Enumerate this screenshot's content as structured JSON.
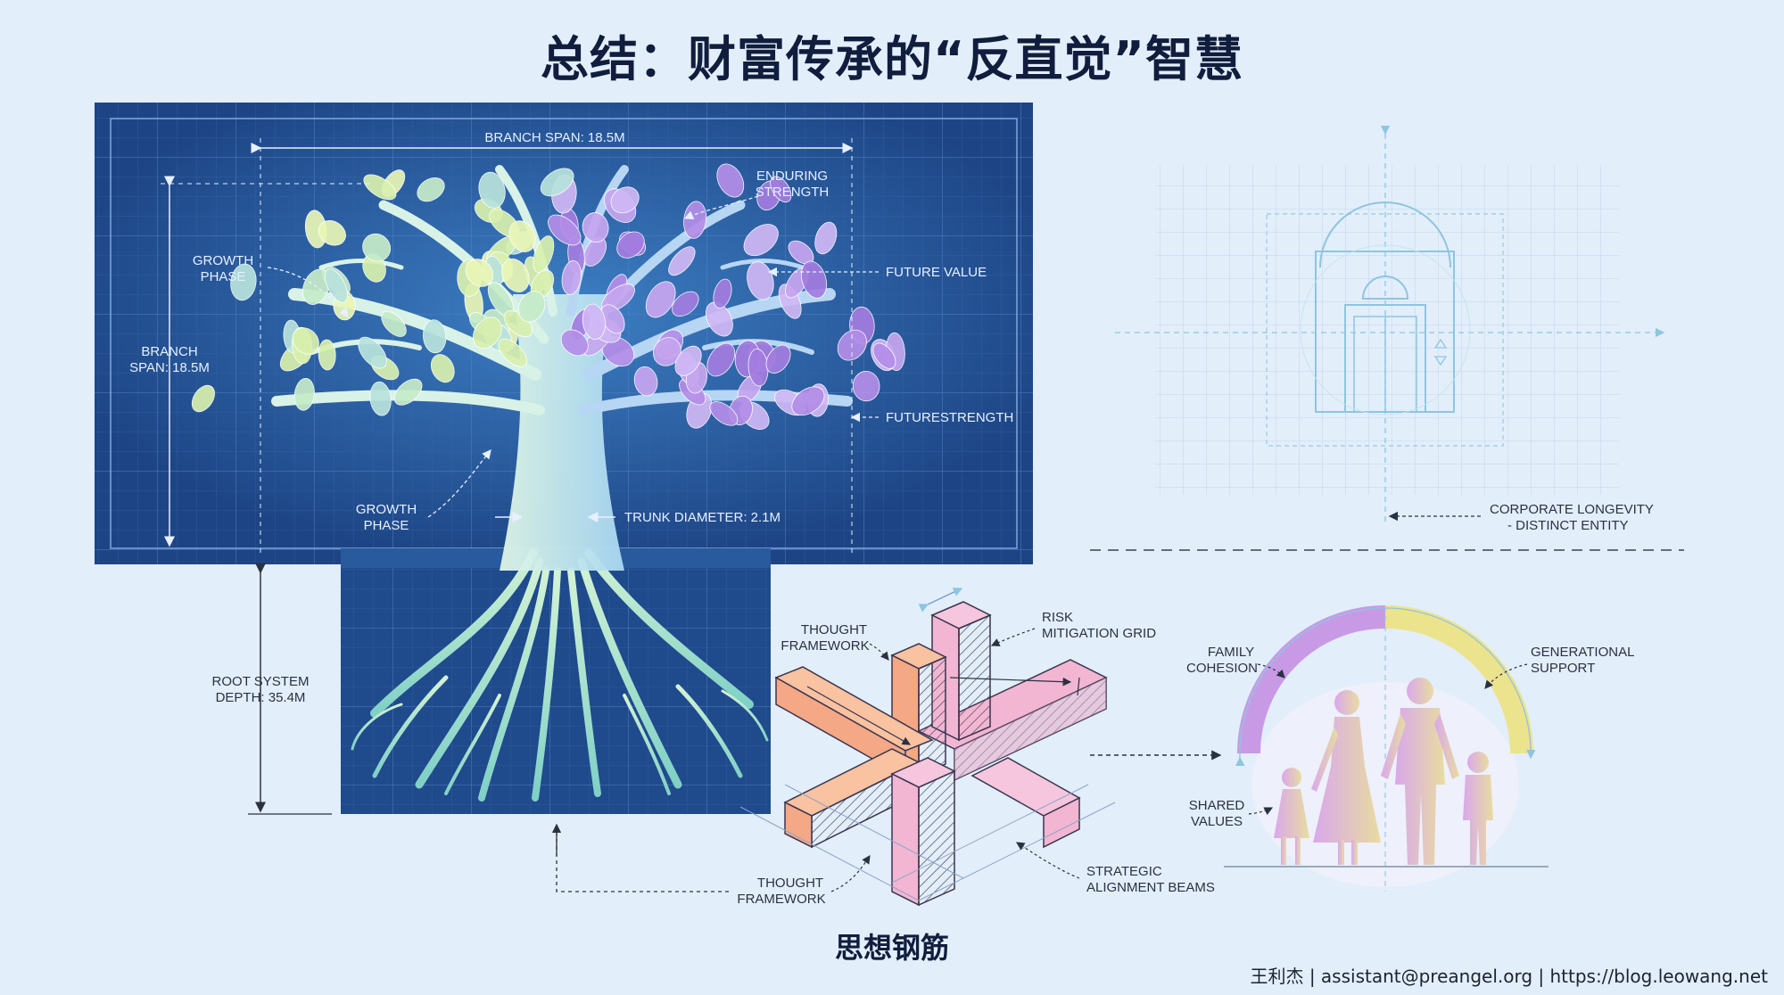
{
  "title": "总结：财富传承的“反直觉”智慧",
  "footer": "王利杰 | assistant@preangel.org | https://blog.leowang.net",
  "tree_blueprint": {
    "branch_span_top": "BRANCH SPAN: 18.5M",
    "enduring_strength": [
      "ENDURING",
      "STRENGTH"
    ],
    "growth_phase_top": [
      "GROWTH",
      "PHASE"
    ],
    "future_value": "FUTURE VALUE",
    "branch_span_left": [
      "BRANCH",
      "SPAN: 18.5M"
    ],
    "future_strength": "FUTURESTRENGTH",
    "growth_phase_bottom": [
      "GROWTH",
      "PHASE"
    ],
    "trunk_diameter": "TRUNK DIAMETER: 2.1M",
    "root_system_depth": [
      "ROOT SYSTEM",
      "DEPTH: 35.4M"
    ]
  },
  "framework": {
    "caption": "思想钢筋",
    "thought_framework_top": [
      "THOUGHT",
      "FRAMEWORK"
    ],
    "risk_mitigation": [
      "RISK",
      "MITIGATION GRID"
    ],
    "thought_framework_bottom": [
      "THOUGHT",
      "FRAMEWORK"
    ],
    "strategic_alignment": [
      "STRATEGIC",
      "ALIGNMENT BEAMS"
    ]
  },
  "corporate": {
    "label": [
      "CORPORATE LONGEVITY",
      "- DISTINCT ENTITY"
    ]
  },
  "family": {
    "family_cohesion": [
      "FAMILY",
      "COHESION"
    ],
    "generational_support": [
      "GENERATIONAL",
      "SUPPORT"
    ],
    "shared_values": [
      "SHARED",
      "VALUES"
    ]
  }
}
